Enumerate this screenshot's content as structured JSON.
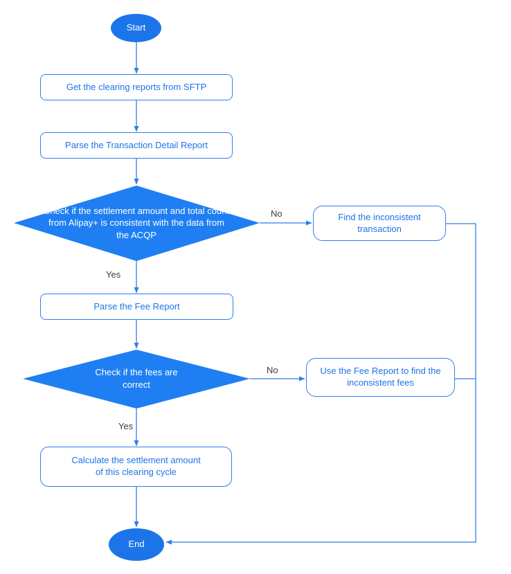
{
  "diagram": {
    "type": "flowchart",
    "background": "#ffffff",
    "colors": {
      "line_blue": "#2f7eeb",
      "terminator_fill": "#1c75e8",
      "diamond_fill": "#1f7ff2",
      "process_text": "#1a74e9",
      "edge_label_text": "#3c3c3c",
      "diamond_text": "#ffffff"
    }
  },
  "nodes": {
    "start": {
      "type": "terminator",
      "label": "Start"
    },
    "get_reports": {
      "type": "process",
      "label": "Get the clearing reports from SFTP"
    },
    "parse_transaction_report": {
      "type": "process",
      "label": "Parse the Transaction Detail Report"
    },
    "check_settlement": {
      "type": "decision",
      "label": "Check if the settlement amount and total count from Alipay+ is consistent with the data from the ACQP"
    },
    "find_inconsistent_transaction": {
      "type": "process",
      "label": "Find the inconsistent transaction"
    },
    "parse_fee_report": {
      "type": "process",
      "label": "Parse the Fee Report"
    },
    "check_fees": {
      "type": "decision",
      "label": "Check if the fees are correct"
    },
    "use_fee_report": {
      "type": "process",
      "label": "Use the Fee Report to find the inconsistent fees"
    },
    "calculate_settlement": {
      "type": "process",
      "label": "Calculate the settlement amount of this clearing cycle"
    },
    "end": {
      "type": "terminator",
      "label": "End"
    }
  },
  "edge_labels": {
    "check_settlement_no": "No",
    "check_settlement_yes": "Yes",
    "check_fees_no": "No",
    "check_fees_yes": "Yes"
  }
}
